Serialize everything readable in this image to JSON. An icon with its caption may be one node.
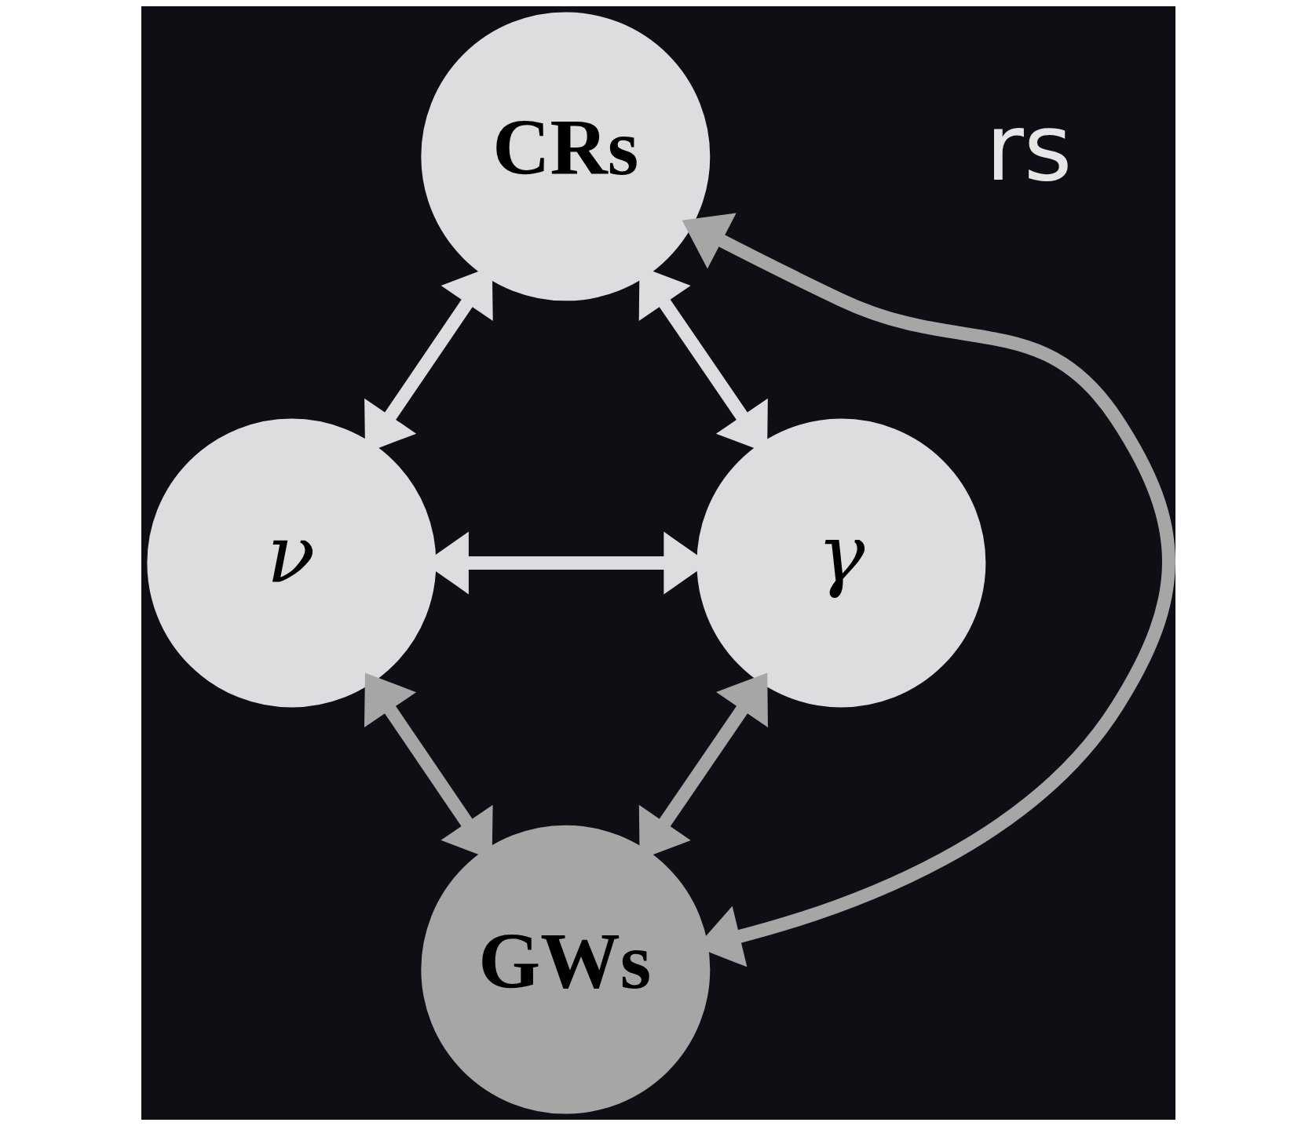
{
  "diagram": {
    "nodes": [
      {
        "text": [
          "CRs"
        ]
      },
      {
        "text": [
          "ν"
        ]
      },
      {
        "text": [
          "γ"
        ]
      },
      {
        "text": [
          "GWs"
        ]
      }
    ],
    "edges": [
      {
        "from": 0,
        "to": 1,
        "arrow": "both",
        "color": "#dcdddf"
      },
      {
        "from": 0,
        "to": 2,
        "arrow": "both",
        "color": "#dcdddf"
      },
      {
        "from": 1,
        "to": 2,
        "arrow": "both",
        "color": "#dcdddf"
      },
      {
        "from": 0,
        "to": 3,
        "arrow": "both",
        "color": "#a6a6a6"
      },
      {
        "from": 1,
        "to": 3,
        "arrow": "both",
        "color": "#a6a6a6"
      },
      {
        "from": 3,
        "to": 2,
        "arrow": "both",
        "color": "#a6a6a6"
      }
    ],
    "labels": [
      "rs"
    ]
  }
}
